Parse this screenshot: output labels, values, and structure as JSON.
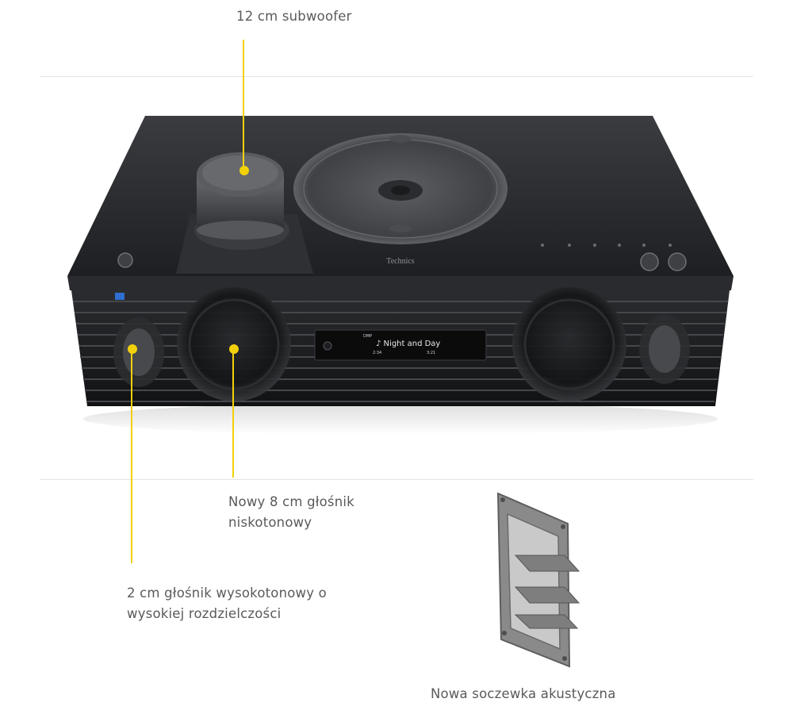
{
  "labels": {
    "subwoofer": "12 cm subwoofer",
    "woofer_line1": "Nowy 8 cm głośnik",
    "woofer_line2": "niskotonowy",
    "tweeter_line1": "2 cm głośnik wysokotonowy o",
    "tweeter_line2": "wysokiej rozdzielczości",
    "lens": "Nowa soczewka akustyczna"
  },
  "device": {
    "brand": "Technics",
    "display_track": "Night and Day",
    "display_source": "DMP",
    "display_time_elapsed": "2:34",
    "display_time_total": "3:21"
  },
  "colors": {
    "leader": "#f2d10a",
    "text": "#5a5a5a",
    "body": "#1c1d1f",
    "rule": "#e3e3e3"
  }
}
